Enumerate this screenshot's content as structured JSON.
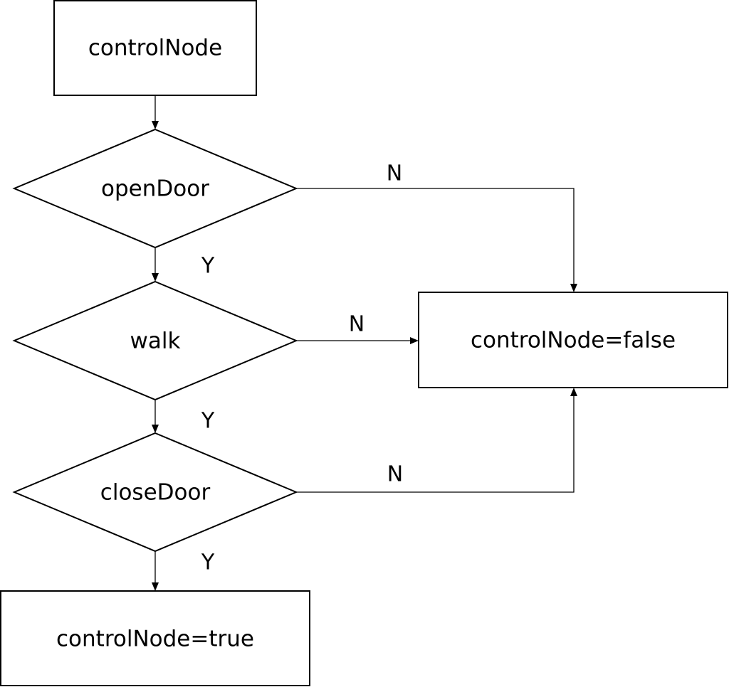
{
  "diagram": {
    "nodes": {
      "start": "controlNode",
      "open_door": "openDoor",
      "walk": "walk",
      "close_door": "closeDoor",
      "result_false": "controlNode=false",
      "result_true": "controlNode=true"
    },
    "edges": {
      "open_door_no": "N",
      "open_door_yes": "Y",
      "walk_no": "N",
      "walk_yes": "Y",
      "close_door_no": "N",
      "close_door_yes": "Y"
    }
  }
}
